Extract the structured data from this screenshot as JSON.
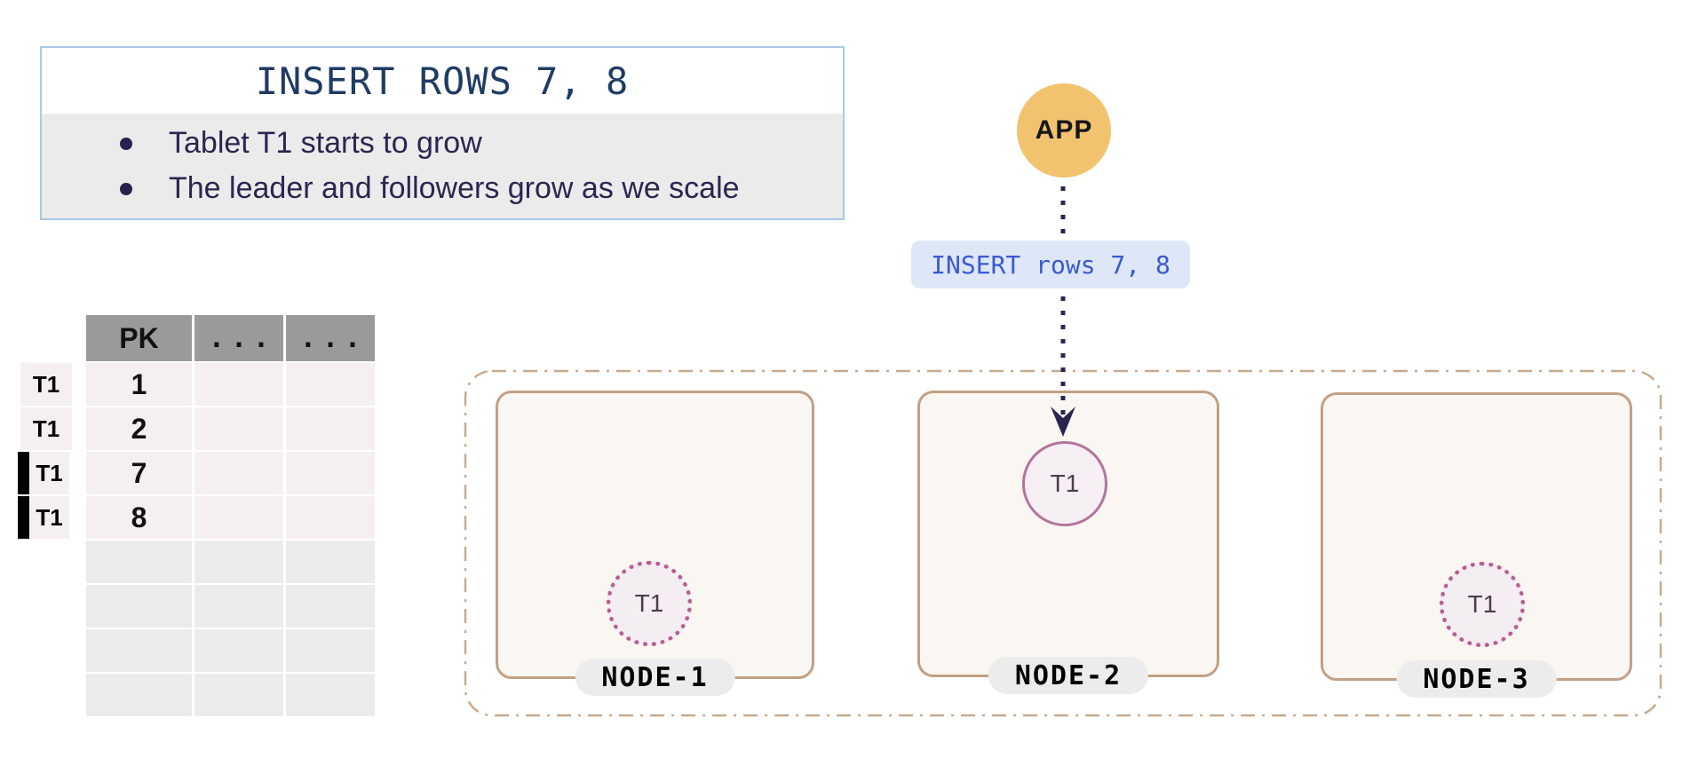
{
  "info_box": {
    "title": "INSERT ROWS 7, 8",
    "bullets": [
      "Tablet T1 starts to grow",
      "The leader and followers grow as we scale"
    ]
  },
  "app": {
    "label": "APP"
  },
  "query": {
    "label": "INSERT rows 7, 8"
  },
  "table": {
    "headers": [
      "PK",
      "...",
      "..."
    ],
    "rows": [
      {
        "label": "T1",
        "pk": "1",
        "highlighted": false
      },
      {
        "label": "T1",
        "pk": "2",
        "highlighted": false
      },
      {
        "label": "T1",
        "pk": "7",
        "highlighted": true
      },
      {
        "label": "T1",
        "pk": "8",
        "highlighted": true
      },
      {
        "label": "",
        "pk": "",
        "highlighted": false
      },
      {
        "label": "",
        "pk": "",
        "highlighted": false
      },
      {
        "label": "",
        "pk": "",
        "highlighted": false
      },
      {
        "label": "",
        "pk": "",
        "highlighted": false
      }
    ]
  },
  "cluster": {
    "nodes": [
      {
        "name": "NODE-1",
        "tablet": {
          "label": "T1",
          "style": "dotted"
        }
      },
      {
        "name": "NODE-2",
        "tablet": {
          "label": "T1",
          "style": "solid"
        }
      },
      {
        "name": "NODE-3",
        "tablet": {
          "label": "T1",
          "style": "dotted"
        }
      }
    ]
  },
  "colors": {
    "info_border": "#abc7ea",
    "title_text": "#1e3c64",
    "bullet_text": "#2b2650",
    "bullets_bg": "#ebebeb",
    "table_header_bg": "#9a9a9a",
    "row_pink_bg": "#f6eff1",
    "row_gray_bg": "#ebebeb",
    "app_circle": "#f2c36f",
    "query_bg": "#dde7f8",
    "query_text": "#3a5ad0",
    "connector": "#2a2550",
    "cluster_border": "#c7aa8f",
    "node_border": "#c2a085",
    "node_bg": "#faf6f1",
    "node_pill_bg": "#ececec",
    "tablet_border_dotted": "#b55f93",
    "tablet_border_solid": "#b3749c",
    "tablet_fill": "#f4edf2",
    "tablet_text": "#4f3b50"
  }
}
